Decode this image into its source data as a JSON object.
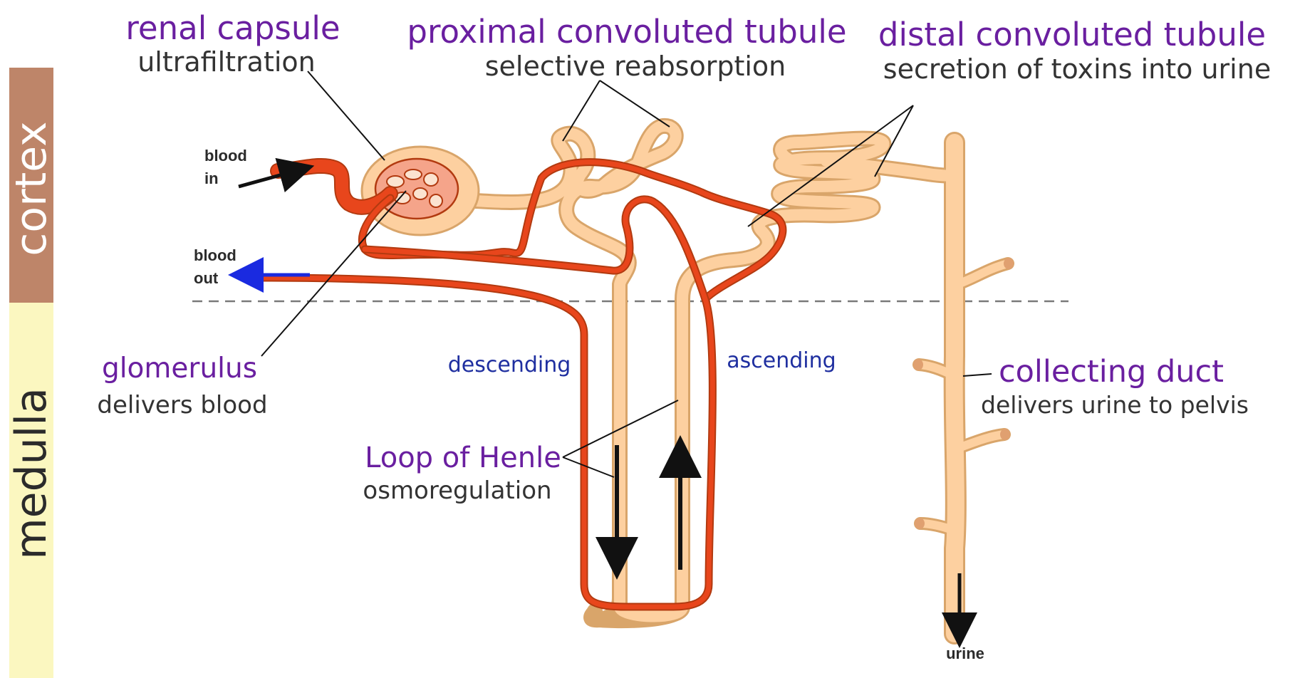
{
  "colors": {
    "cortex_band": "#be8569",
    "medulla_band": "#fbf7c0",
    "title_purple": "#6a1fa0",
    "direction_blue": "#1f2fa0",
    "tubule": "#fdd0a0",
    "vessel": "#e8461c",
    "blood_out_arrow": "#1a2ae0"
  },
  "zones": {
    "cortex": "cortex",
    "medulla": "medulla"
  },
  "labels": {
    "renal_capsule": {
      "title": "renal capsule",
      "sub": "ultrafiltration"
    },
    "proximal": {
      "title": "proximal convoluted tubule",
      "sub": "selective reabsorption"
    },
    "distal": {
      "title": "distal convoluted tubule",
      "sub": "secretion of toxins into urine"
    },
    "glomerulus": {
      "title": "glomerulus",
      "sub": "delivers blood"
    },
    "loop": {
      "title": "Loop of Henle",
      "sub": "osmoregulation"
    },
    "collecting": {
      "title": "collecting duct",
      "sub": "delivers urine to pelvis"
    },
    "descending": "descending",
    "ascending": "ascending",
    "blood_in": [
      "blood",
      "in"
    ],
    "blood_out": [
      "blood",
      "out"
    ],
    "urine": "urine"
  }
}
